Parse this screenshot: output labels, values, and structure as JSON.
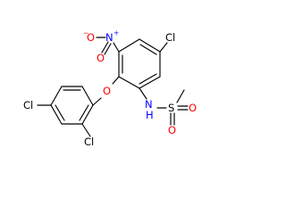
{
  "structure": {
    "atoms": [
      {
        "id": "cl_top",
        "text": "Cl",
        "color": "#000000"
      },
      {
        "id": "nitro_o_left",
        "text": "O",
        "color": "#ff0000",
        "charge": "−"
      },
      {
        "id": "nitro_n",
        "text": "N",
        "color": "#0000ff",
        "charge": "+"
      },
      {
        "id": "nitro_o_down",
        "text": "O",
        "color": "#ff0000"
      },
      {
        "id": "ether_o",
        "text": "O",
        "color": "#ff0000"
      },
      {
        "id": "amide_n",
        "text": "N",
        "color": "#0000ff"
      },
      {
        "id": "amide_h",
        "text": "H",
        "color": "#0000ff"
      },
      {
        "id": "sulfur",
        "text": "S",
        "color": "#000000"
      },
      {
        "id": "sulfonyl_o_right",
        "text": "O",
        "color": "#ff0000"
      },
      {
        "id": "sulfonyl_o_down",
        "text": "O",
        "color": "#ff0000"
      },
      {
        "id": "cl_left",
        "text": "Cl",
        "color": "#000000"
      },
      {
        "id": "cl_ortho",
        "text": "Cl",
        "color": "#000000"
      }
    ]
  }
}
